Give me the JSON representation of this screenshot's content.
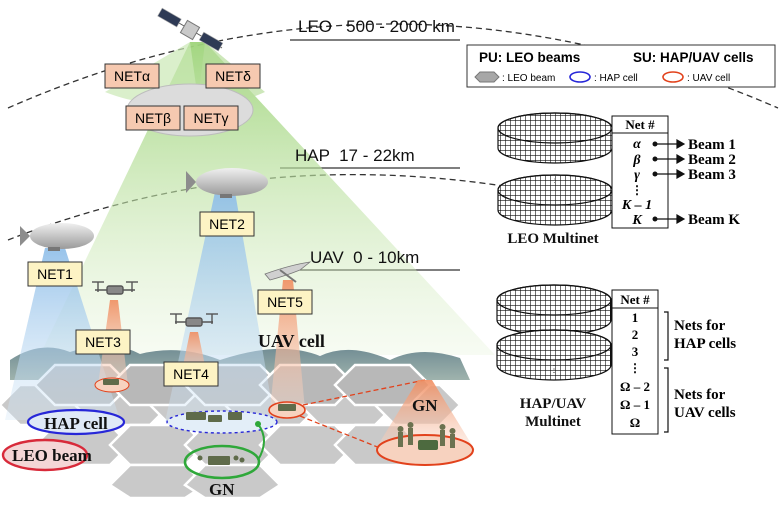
{
  "orbits": {
    "leo": "LEO   500 - 2000 km",
    "hap": "HAP  17 - 22km",
    "uav": "UAV  0 - 10km"
  },
  "leo_nets": [
    "NETα",
    "NETδ",
    "NETβ",
    "NETγ"
  ],
  "nets": [
    "NET1",
    "NET2",
    "NET3",
    "NET4",
    "NET5"
  ],
  "ground_labels": {
    "hap_cell": "HAP cell",
    "leo_beam": "LEO beam",
    "uav_cell": "UAV cell",
    "gn_bottom": "GN",
    "gn_right": "GN"
  },
  "legend": {
    "title_pu": "PU: LEO beams",
    "title_su": "SU: HAP/UAV cells",
    "leo_beam": ": LEO beam",
    "hap_cell": ": HAP cell",
    "uav_cell": ": UAV cell"
  },
  "leo_multinet": {
    "caption": "LEO Multinet",
    "header": "Net #",
    "rows": [
      "α",
      "β",
      "γ",
      "⋮",
      "K – 1",
      "K"
    ],
    "beams": [
      "Beam 1",
      "Beam 2",
      "Beam 3",
      "Beam K"
    ]
  },
  "hap_multinet": {
    "caption_line1": "HAP/UAV",
    "caption_line2": "Multinet",
    "header": "Net #",
    "rows": [
      "1",
      "2",
      "3",
      "⋮",
      "Ω – 2",
      "Ω – 1",
      "Ω"
    ],
    "hap_label_1": "Nets for",
    "hap_label_2": "HAP cells",
    "uav_label_1": "Nets for",
    "uav_label_2": "UAV cells"
  },
  "colors": {
    "net_box": "#fdf3c4",
    "leo_net_box": "#f6c9b0",
    "leo_beam_green": "#bfe3a4",
    "hap_beam_blue": "#a9cdee",
    "uav_beam_orange": "#f2a47f",
    "hap_cell": "#2727d8",
    "uav_cell": "#e2421c",
    "leo_beam_ellipse": "#d82a3a",
    "gn_green": "#2fa83a"
  }
}
